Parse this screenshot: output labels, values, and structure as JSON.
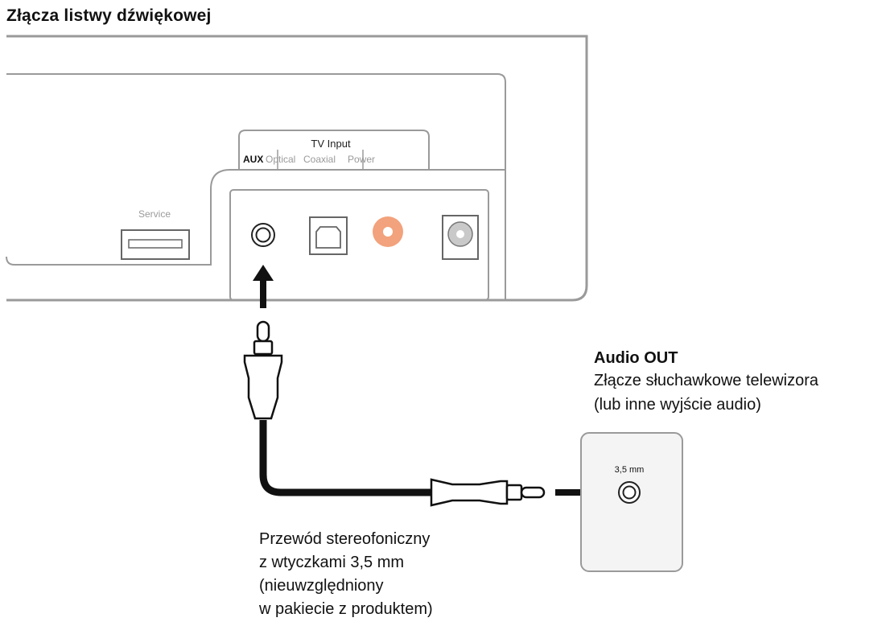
{
  "title": "Złącza listwy dźwiękowej",
  "soundbar": {
    "service_label": "Service",
    "tv_input_label": "TV Input",
    "port_labels": {
      "aux": "AUX",
      "optical": "Optical",
      "coaxial": "Coaxial",
      "power": "Power"
    }
  },
  "tv": {
    "jack_label": "3,5 mm",
    "audio_out_title": "Audio OUT",
    "description_line1": "Złącze słuchawkowe telewizora",
    "description_line2": "(lub inne wyjście audio)"
  },
  "cable": {
    "caption_lines": [
      "Przewód stereofoniczny",
      "z wtyczkami 3,5 mm",
      "(nieuwzględniony",
      "w pakiecie z produktem)"
    ]
  },
  "colors": {
    "outline": "#9a9a9a",
    "coaxial": "#f2a27c",
    "power": "#c9c9c9",
    "cable": "#111111",
    "panel_fill": "#f4f4f4"
  },
  "icons": {
    "aux_jack": "aux-jack-icon",
    "optical_port": "optical-port-icon",
    "coaxial_port": "coaxial-port-icon",
    "power_port": "power-port-icon",
    "usb_port": "usb-port-icon",
    "arrow": "arrow-icon",
    "plug": "plug-icon"
  }
}
